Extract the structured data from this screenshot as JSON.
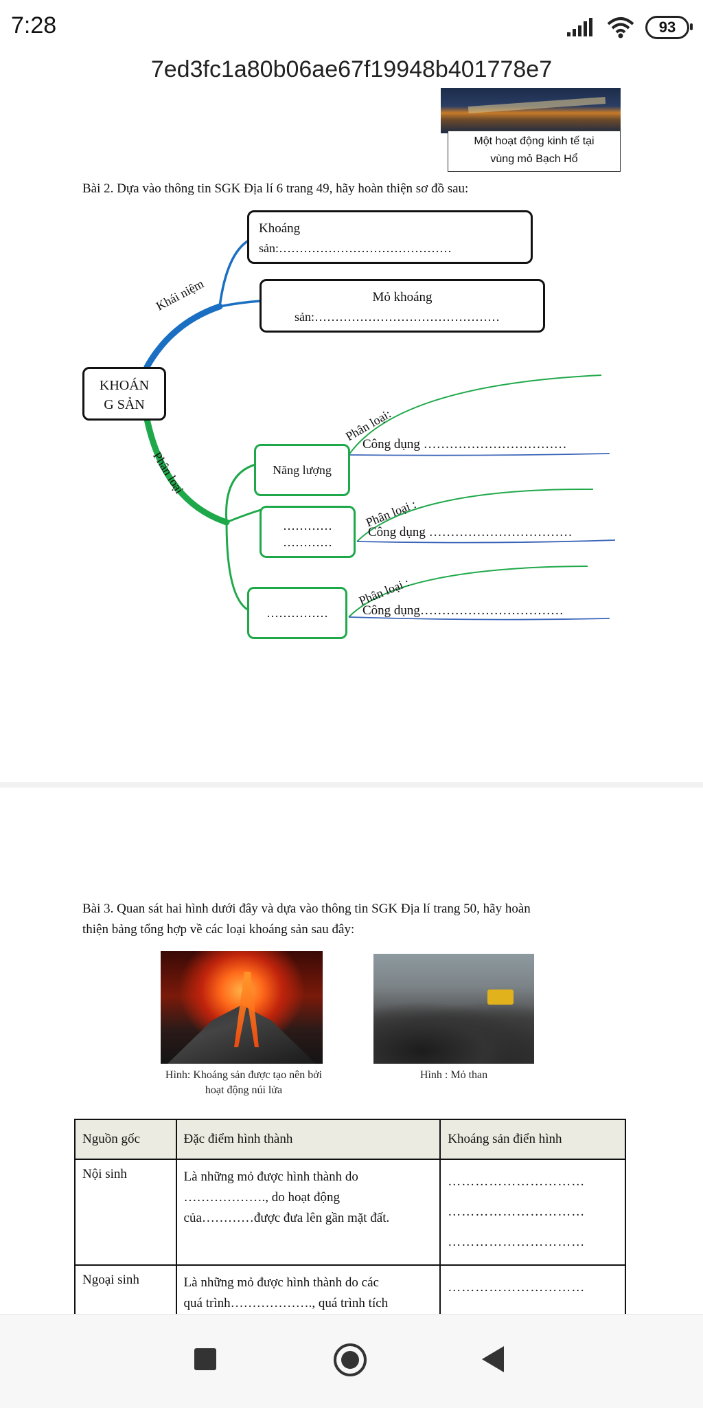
{
  "status_bar": {
    "time": "7:28",
    "battery": "93"
  },
  "document": {
    "title": "7ed3fc1a80b06ae67f19948b401778e7"
  },
  "photo_caption": {
    "line1": "Một hoạt động kinh tế tại",
    "line2": "vùng mỏ Bạch Hổ"
  },
  "exercise2": {
    "prompt": "Bài 2. Dựa vào thông tin SGK Địa lí 6 trang 49, hãy hoàn thiện sơ đồ sau:",
    "center": {
      "line1": "KHOÁN",
      "line2": "G SẢN"
    },
    "branch_concept": "Khái niệm",
    "branch_class": "Phân loại",
    "box1": {
      "line1": "Khoáng",
      "line2": "sản:……………………………………"
    },
    "box2": {
      "line1": "Mỏ khoáng",
      "line2": "sản:………………………………………"
    },
    "energy_box": "Năng lượng",
    "box_b": {
      "line1": "…………",
      "line2": "…………"
    },
    "box_c": "……………",
    "rows": [
      {
        "class_label": "Phân loại:",
        "use_label": "Công dụng ……………………………"
      },
      {
        "class_label": "Phân loại :",
        "use_label": "Công dụng ……………………………"
      },
      {
        "class_label": "Phân loại :",
        "use_label": "Công dụng……………………………"
      }
    ]
  },
  "exercise3": {
    "prompt_line1": "Bài 3. Quan sát hai hình dưới đây và dựa vào thông tin SGK Địa lí trang 50, hãy hoàn",
    "prompt_line2": "thiện bảng tổng hợp về các loại khoáng sản sau đây:",
    "img1_caption_line1": "Hình: Khoáng sản được tạo nên bởi",
    "img1_caption_line2": "hoạt động núi lửa",
    "img2_caption": "Hình : Mỏ than",
    "table": {
      "headers": [
        "Nguồn gốc",
        "Đặc điểm hình thành",
        "Khoáng sản điển hình"
      ],
      "rows": [
        {
          "origin": "Nội sinh",
          "desc_line1": "Là những mỏ được hình thành do",
          "desc_line2": "………………., do hoạt động",
          "desc_line3": "của…………được đưa lên gần mặt đất.",
          "examples": [
            "…………………………",
            "…………………………",
            "…………………………"
          ]
        },
        {
          "origin": "Ngoại sinh",
          "desc_line1": "Là những mỏ được hình thành do các",
          "desc_line2": "quá trình………………., quá trình tích",
          "desc_line3": "",
          "examples": [
            "…………………………",
            "…………………………"
          ]
        }
      ]
    }
  },
  "icons": {
    "signal": "signal-icon",
    "wifi": "wifi-icon",
    "nav_recent": "square-icon",
    "nav_home": "circle-icon",
    "nav_back": "triangle-back-icon"
  },
  "colors": {
    "blue_branch": "#1a6fc2",
    "green_branch": "#1fa84a",
    "thin_blue": "#3a64b8"
  }
}
